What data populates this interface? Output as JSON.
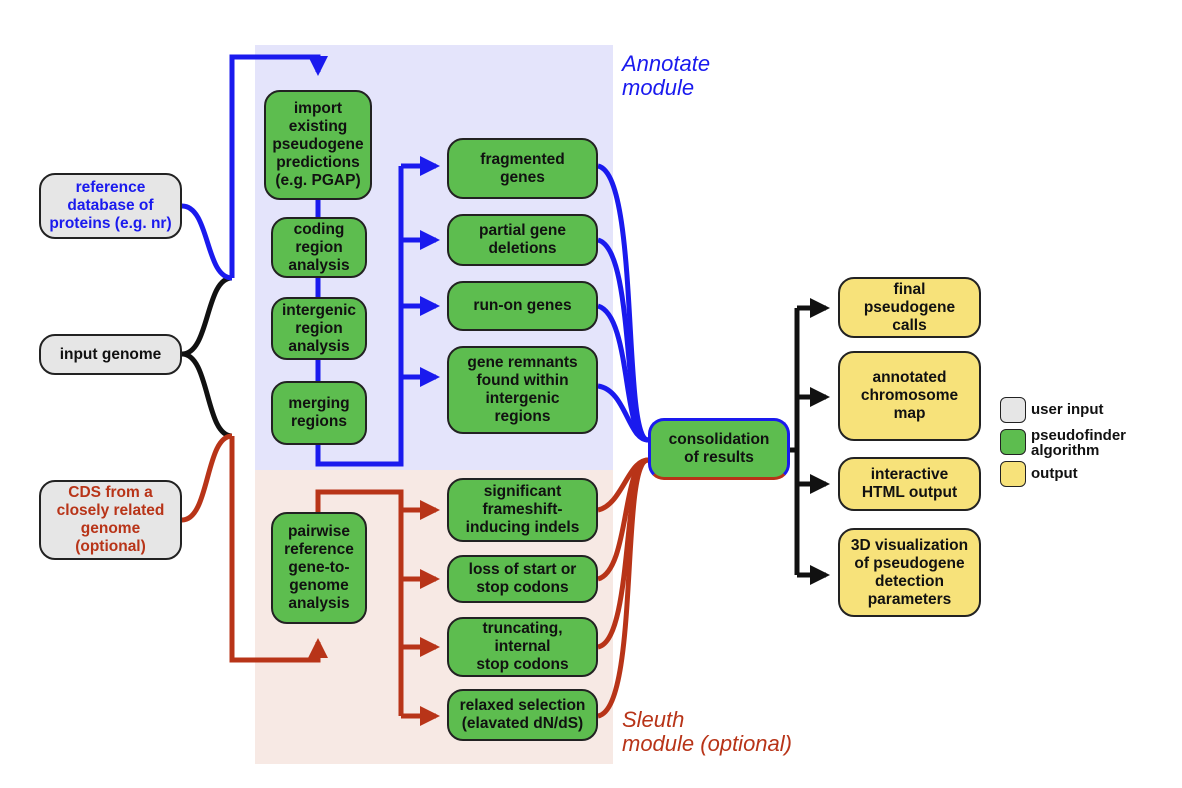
{
  "colors": {
    "annotate_bg": "#e4e4fb",
    "sleuth_bg": "#f7e9e4",
    "blue": "#1a1aee",
    "red": "#b83418",
    "black": "#111111",
    "user_input": "#e6e6e6",
    "algorithm": "#5dbd4f",
    "output": "#f7e27a"
  },
  "modules": {
    "annotate": "Annotate\nmodule",
    "sleuth": "Sleuth\nmodule (optional)"
  },
  "inputs": {
    "reference_db": "reference\ndatabase of\nproteins (e.g. nr)",
    "input_genome": "input genome",
    "cds": "CDS from a\nclosely related\ngenome\n(optional)"
  },
  "annotate_pipeline": {
    "import": "import\nexisting\npseudogene\npredictions\n(e.g. PGAP)",
    "coding": "coding\nregion\nanalysis",
    "intergenic": "intergenic\nregion\nanalysis",
    "merging": "merging\nregions"
  },
  "annotate_results": {
    "fragmented": "fragmented\ngenes",
    "partial": "partial gene\ndeletions",
    "runon": "run-on genes",
    "remnants": "gene remnants\nfound within\nintergenic\nregions"
  },
  "sleuth_pipeline": {
    "pairwise": "pairwise\nreference\ngene-to-\ngenome\nanalysis"
  },
  "sleuth_results": {
    "frameshift": "significant\nframeshift-\ninducing indels",
    "startstop": "loss of start or\nstop codons",
    "truncating": "truncating,\ninternal\nstop codons",
    "relaxed": "relaxed selection\n(elavated dN/dS)"
  },
  "consolidation": "consolidation\nof results",
  "outputs": {
    "final": "final\npseudogene\ncalls",
    "map": "annotated\nchromosome\nmap",
    "html": "interactive\nHTML output",
    "viz": "3D visualization\nof pseudogene\ndetection\nparameters"
  },
  "legend": {
    "user_input": "user input",
    "algorithm": "pseudofinder\nalgorithm",
    "output": "output"
  }
}
